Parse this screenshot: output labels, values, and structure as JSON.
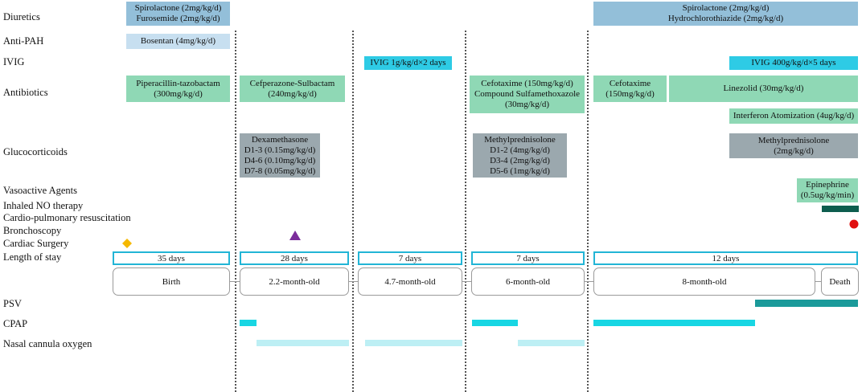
{
  "rows": {
    "diuretics": "Diuretics",
    "anti_pah": "Anti-PAH",
    "ivig": "IVIG",
    "antibiotics": "Antibiotics",
    "glucocorticoids": "Glucocorticoids",
    "vasoactive": "Vasoactive Agents",
    "inhaled_no": "Inhaled NO therapy",
    "cpr": "Cardio-pulmonary resuscitation",
    "bronchoscopy": "Bronchoscopy",
    "cardiac_surgery": "Cardiac Surgery",
    "length_of_stay": "Length of stay",
    "psv": "PSV",
    "cpap": "CPAP",
    "nco": "Nasal cannula oxygen"
  },
  "drugs": {
    "diuretic_1": "Spirolactone (2mg/kg/d)\nFurosemide (2mg/kg/d)",
    "diuretic_2": "Spirolactone (2mg/kg/d)\nHydrochlorothiazide (2mg/kg/d)",
    "bosentan": "Bosentan (4mg/kg/d)",
    "ivig_1": "IVIG 1g/kg/d×2 days",
    "ivig_2": "IVIG 400g/kg/d×5 days",
    "abx_1": "Piperacillin-tazobactam\n(300mg/kg/d)",
    "abx_2": "Cefperazone-Sulbactam\n(240mg/kg/d)",
    "abx_3": "Cefotaxime (150mg/kg/d)\nCompound Sulfamethoxazole\n(30mg/kg/d)",
    "abx_4": "Cefotaxime\n(150mg/kg/d)",
    "abx_5": "Linezolid (30mg/kg/d)",
    "interferon": "Interferon Atomization (4ug/kg/d)",
    "steroid_1": "Dexamethasone\nD1-3 (0.15mg/kg/d)\nD4-6 (0.10mg/kg/d)\nD7-8 (0.05mg/kg/d)",
    "steroid_2": "Methylprednisolone\nD1-2 (4mg/kg/d)\nD3-4 (2mg/kg/d)\nD5-6 (1mg/kg/d)",
    "steroid_3": "Methylprednisolone\n(2mg/kg/d)",
    "epinephrine": "Epinephrine\n(0.5ug/kg/min)"
  },
  "stays": [
    "35 days",
    "28 days",
    "7 days",
    "7 days",
    "12 days"
  ],
  "ages": [
    "Birth",
    "2.2-month-old",
    "4.7-month-old",
    "6-month-old",
    "8-month-old",
    "Death"
  ],
  "colors": {
    "diuretics": "#93bfd9",
    "anti_pah": "#c7dff0",
    "ivig": "#2ecbe5",
    "antibiotics": "#8fd8b5",
    "glucocorticoids": "#9ba8ae",
    "inhaled_no": "#0d5d4e",
    "psv": "#1b9a9a",
    "cpap": "#18d6e3",
    "nasal_cannula": "#bdeff4",
    "cardiac_surgery_marker": "#f5b800",
    "bronchoscopy_marker": "#7b2d9b",
    "cpr_marker": "#e01010",
    "stay_border": "#22b5d6"
  },
  "markers": {
    "cardiac_surgery": "diamond-icon",
    "bronchoscopy": "triangle-icon",
    "cpr": "circle-icon"
  }
}
